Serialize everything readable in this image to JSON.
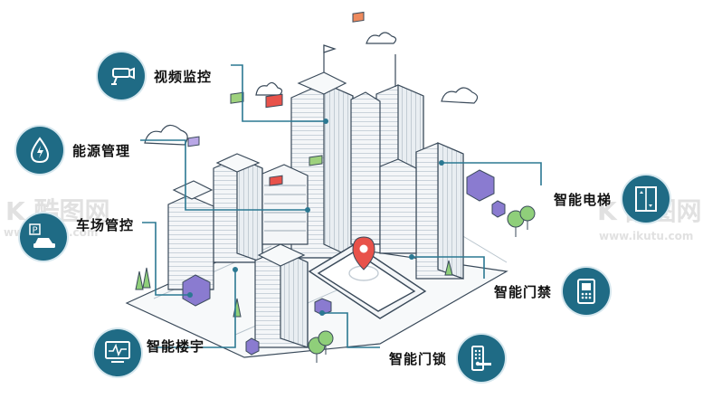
{
  "nodes": {
    "video": {
      "label": "视频监控",
      "icon": "cctv-camera-icon"
    },
    "energy": {
      "label": "能源管理",
      "icon": "energy-drop-icon"
    },
    "parking": {
      "label": "车场管控",
      "icon": "parking-car-icon"
    },
    "building": {
      "label": "智能楼宇",
      "icon": "building-monitor-icon"
    },
    "elevator": {
      "label": "智能电梯",
      "icon": "elevator-icon"
    },
    "access": {
      "label": "智能门禁",
      "icon": "access-card-icon"
    },
    "lock": {
      "label": "智能门锁",
      "icon": "door-lock-icon"
    }
  },
  "watermark": {
    "brand": "酷图网",
    "url": "www.ikutu.com",
    "url_right": "www.ikutu.com"
  },
  "colors": {
    "accent": "#1f6b85",
    "line": "#2b7892",
    "building_outline": "#3a4a5a",
    "pin": "#e8524a",
    "cube": "#8a7bd0",
    "tree": "#8fcf7a"
  }
}
